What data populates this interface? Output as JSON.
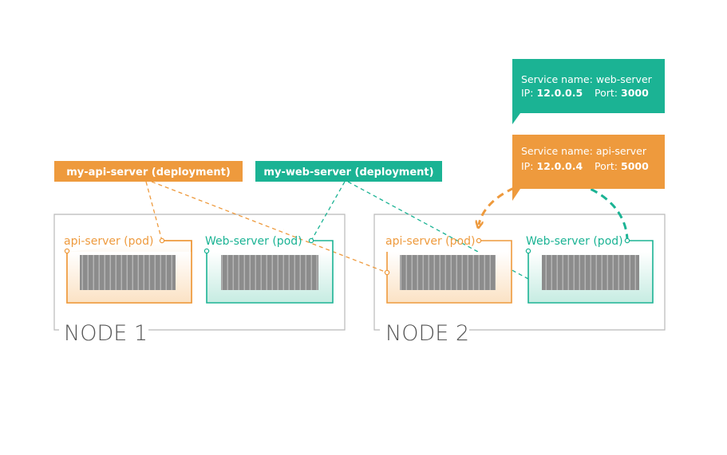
{
  "colors": {
    "orange": "#ee9a3d",
    "teal": "#1bb394",
    "node_border": "#b9b9b9",
    "node_text": "#555555",
    "container_fill": "#8a8a8a",
    "container_line": "#b3b3b3"
  },
  "deployments": {
    "api": {
      "label": "my-api-server (deployment)"
    },
    "web": {
      "label": "my-web-server (deployment)"
    }
  },
  "nodes": [
    {
      "label": "NODE 1",
      "pods": {
        "api": "api-server (pod)",
        "web": "Web-server (pod)"
      }
    },
    {
      "label": "NODE 2",
      "pods": {
        "api": "api-server (pod)",
        "web": "Web-server (pod)"
      }
    }
  ],
  "services": {
    "web": {
      "name_label": "Service name:",
      "name": "web-server",
      "ip_label": "IP:",
      "ip": "12.0.0.5",
      "port_label": "Port:",
      "port": "3000"
    },
    "api": {
      "name_label": "Service name:",
      "name": "api-server",
      "ip_label": "IP:",
      "ip": "12.0.0.4",
      "port_label": "Port:",
      "port": "5000"
    }
  }
}
